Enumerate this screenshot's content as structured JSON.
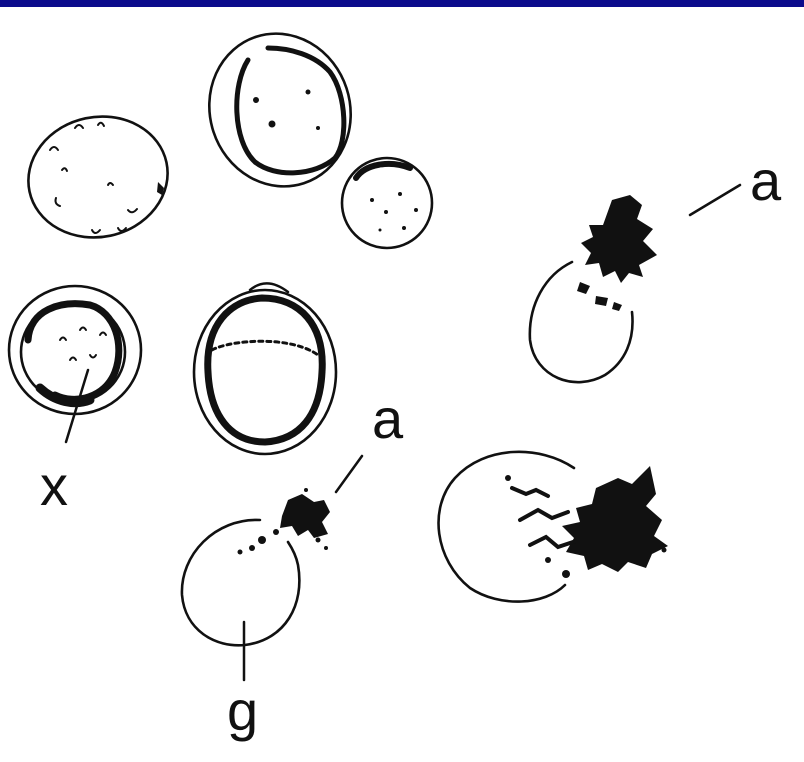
{
  "colors": {
    "top_bar": "#0b0b8c",
    "ink": "#111111",
    "background": "#ffffff"
  },
  "labels": {
    "a1": "a",
    "a2": "a",
    "x": "x",
    "g": "g"
  }
}
